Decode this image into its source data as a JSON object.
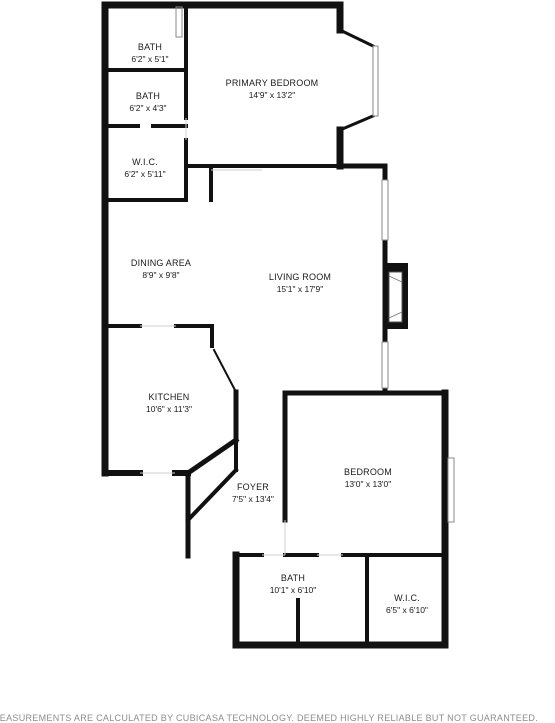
{
  "rooms": [
    {
      "name": "BATH",
      "dims": "6'2\" x 5'1\""
    },
    {
      "name": "PRIMARY BEDROOM",
      "dims": "14'9\" x 13'2\""
    },
    {
      "name": "BATH",
      "dims": "6'2\" x 4'3\""
    },
    {
      "name": "W.I.C.",
      "dims": "6'2\" x 5'11\""
    },
    {
      "name": "DINING AREA",
      "dims": "8'9\" x 9'8\""
    },
    {
      "name": "LIVING ROOM",
      "dims": "15'1\" x 17'9\""
    },
    {
      "name": "KITCHEN",
      "dims": "10'6\" x 11'3\""
    },
    {
      "name": "BEDROOM",
      "dims": "13'0\" x 13'0\""
    },
    {
      "name": "FOYER",
      "dims": "7'5\" x 13'4\""
    },
    {
      "name": "BATH",
      "dims": "10'1\" x 6'10\""
    },
    {
      "name": "W.I.C.",
      "dims": "6'5\" x 6'10\""
    }
  ],
  "disclaimer": "MEASUREMENTS ARE CALCULATED BY CUBICASA TECHNOLOGY. DEEMED HIGHLY RELIABLE BUT NOT GUARANTEED."
}
